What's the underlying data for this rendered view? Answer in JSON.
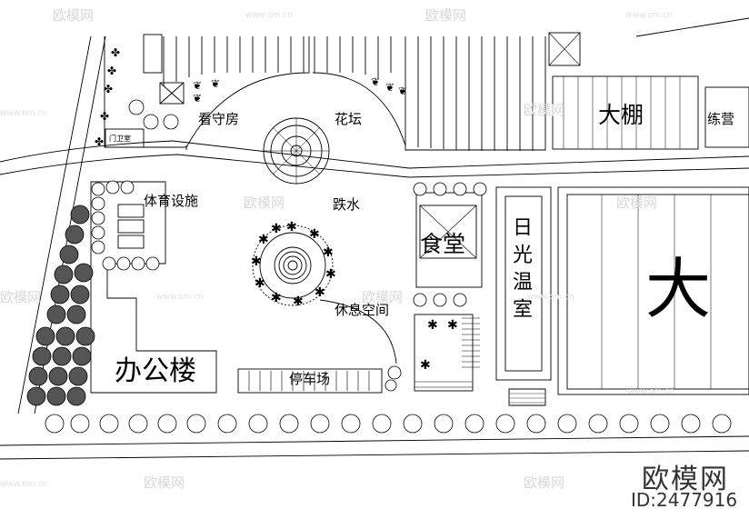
{
  "labels": {
    "guard_house": "看守房",
    "gate_room": "门卫室",
    "flower_bed": "花坛",
    "sports_facility": "体育设施",
    "fountain": "跌水",
    "rest_space": "休息空间",
    "canteen": "食堂",
    "office_building": "办公楼",
    "parking_lot": "停车场",
    "greenhouse_big": "大棚",
    "training": "练营",
    "sunlight_greenhouse": "日光温室",
    "large_partial": "大"
  },
  "watermarks": {
    "site_name": "欧模网",
    "site_url": "www.om.cn",
    "brand": "欧模网",
    "id": "ID:2477916"
  },
  "colors": {
    "line": "#000000",
    "watermark": "#d9d9d9",
    "background": "#ffffff"
  }
}
